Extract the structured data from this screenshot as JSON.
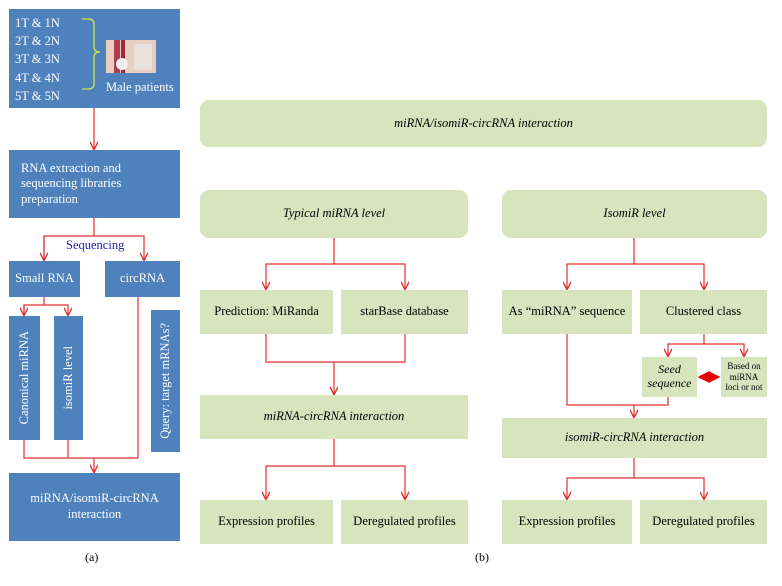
{
  "panel_a": {
    "patient_pairs": [
      "1T & 1N",
      "2T & 2N",
      "3T & 3N",
      "4T & 4N",
      "5T & 5N"
    ],
    "patients_label": "Male patients",
    "rna_extraction": "RNA extraction and sequencing libraries preparation",
    "sequencing": "Sequencing",
    "small_rna": "Small RNA",
    "circrna": "circRNA",
    "canonical_mirna": "Canonical miRNA",
    "isomir_level": "isomiR level",
    "query": "Query: target mRNAs?",
    "interaction": "miRNA/isomiR-circRNA interaction",
    "caption": "(a)"
  },
  "panel_b": {
    "top_title": "miRNA/isomiR-circRNA interaction",
    "typical_level": "Typical miRNA level",
    "isomir_level": "IsomiR level",
    "prediction": "Prediction: MiRanda",
    "starbase": "starBase database",
    "as_mirna": "As “miRNA” sequence",
    "clustered": "Clustered class",
    "seed": "Seed sequence",
    "based_on": "Based on miRNA loci or not",
    "mirna_circrna": "miRNA-circRNA interaction",
    "isomir_circrna": "isomiR-circRNA interaction",
    "expr_left": "Expression profiles",
    "dereg_left": "Deregulated profiles",
    "expr_right": "Expression profiles",
    "dereg_right": "Deregulated profiles",
    "caption": "(b)"
  },
  "colors": {
    "blue_box": "#4f81bd",
    "green_box": "#d7e4bd",
    "arrow": "#e03030",
    "bracket": "#c8e04a",
    "sequencing_text": "#1f1fb8",
    "double_arrow": "#e00000"
  }
}
